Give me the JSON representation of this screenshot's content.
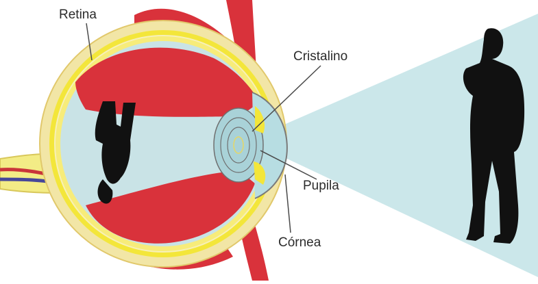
{
  "labels": {
    "retina": "Retina",
    "cristalino": "Cristalino",
    "pupila": "Pupila",
    "cornea": "Córnea"
  },
  "colors": {
    "sclera": "#f2e6a6",
    "choroid": "#f3e63a",
    "vitreous": "#c9e3e6",
    "muscle": "#d9323b",
    "cone": "#cbe7ea",
    "silhouette": "#111111",
    "lens": "#a9d2d8",
    "leader_line": "#4a4a4a"
  }
}
